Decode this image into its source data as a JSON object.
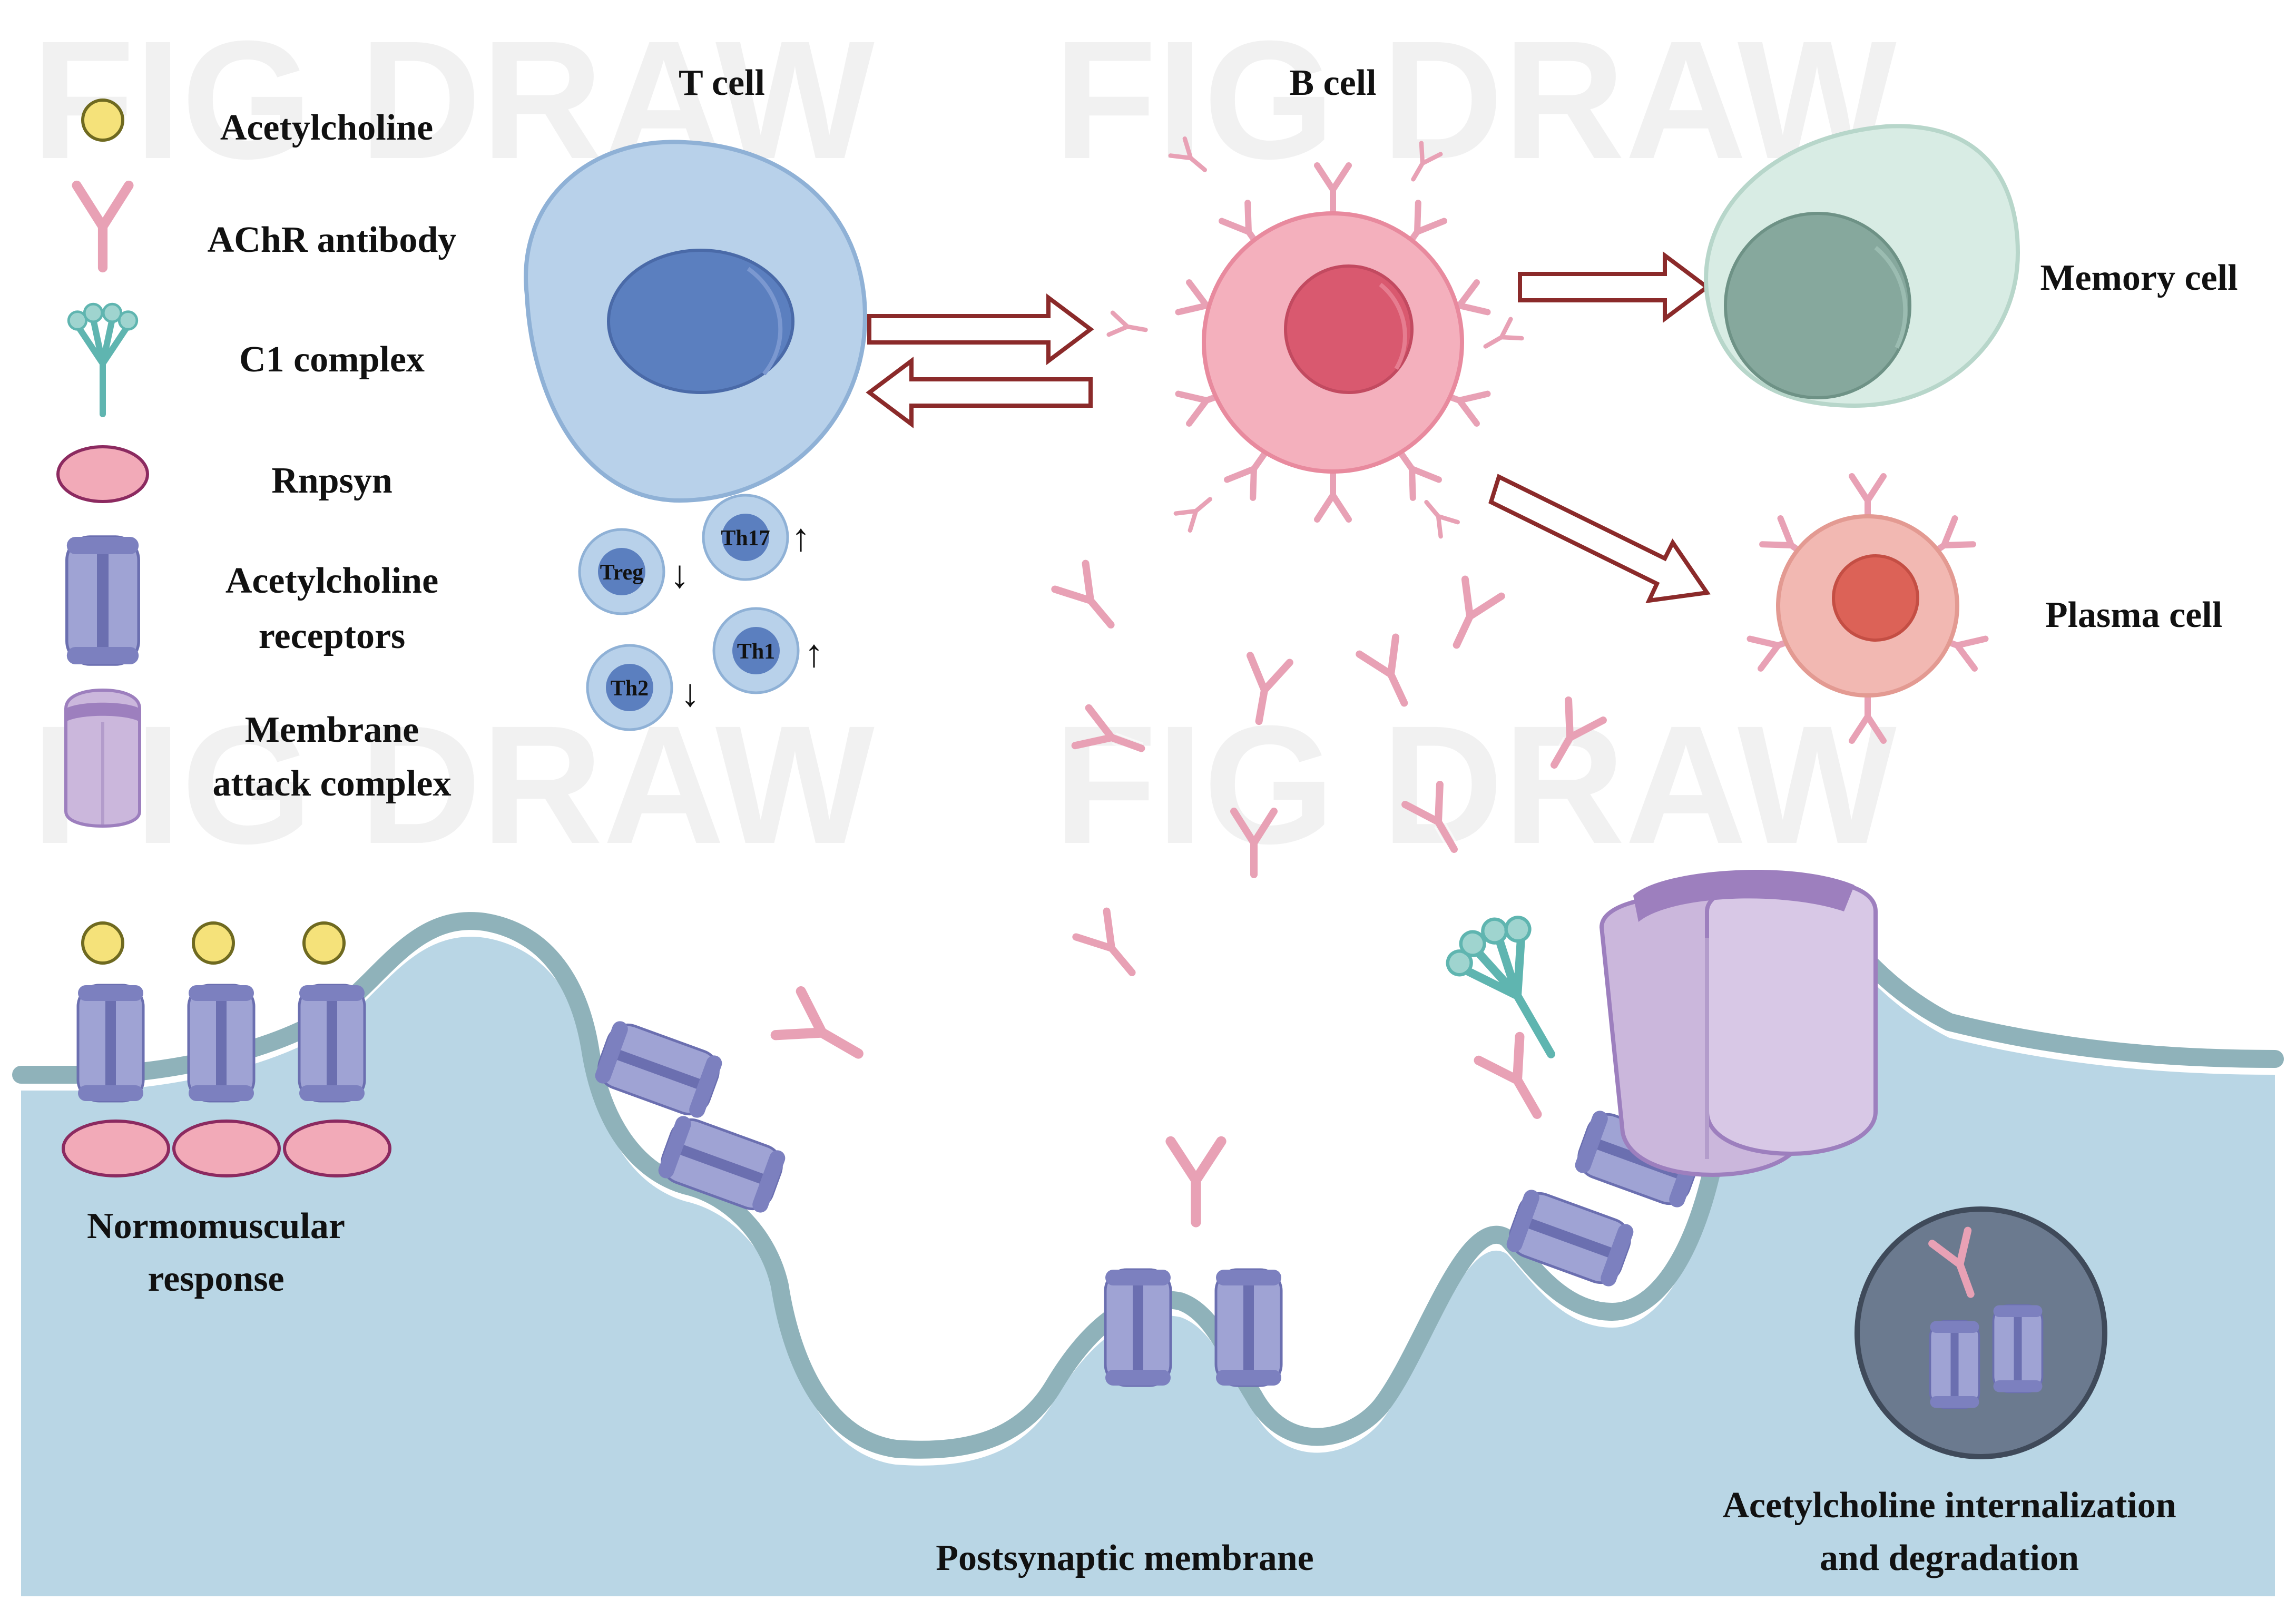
{
  "legend": {
    "items": [
      {
        "label": "Acetylcholine",
        "icon": "acetylcholine-icon"
      },
      {
        "label": "AChR antibody",
        "icon": "antibody-icon"
      },
      {
        "label": "C1 complex",
        "icon": "c1-complex-icon"
      },
      {
        "label": "Rnpsyn",
        "icon": "rnpsyn-icon"
      },
      {
        "label_lines": [
          "Acetylcholine",
          "receptors"
        ],
        "icon": "receptor-icon"
      },
      {
        "label_lines": [
          "Membrane",
          "attack complex"
        ],
        "icon": "membrane-attack-complex-icon"
      }
    ]
  },
  "cells": {
    "t_cell": "T cell",
    "b_cell": "B cell",
    "memory_cell": "Memory cell",
    "plasma_cell": "Plasma cell"
  },
  "t_subsets": [
    {
      "label": "Treg",
      "arrow": "↓"
    },
    {
      "label": "Th17",
      "arrow": "↑"
    },
    {
      "label": "Th2",
      "arrow": "↓"
    },
    {
      "label": "Th1",
      "arrow": "↑"
    }
  ],
  "labels": {
    "normal_lines": [
      "Normomuscular",
      "response"
    ],
    "postsynaptic": "Postsynaptic membrane",
    "internalization_lines": [
      "Acetylcholine internalization",
      "and degradation"
    ]
  },
  "watermark": "FIG DRAW",
  "colors": {
    "t_cell": "#b8d1ea",
    "t_nucleus": "#5b7fbf",
    "b_cell": "#f4b0bd",
    "b_nucleus": "#d9596f",
    "memory_cell": "#d8ece4",
    "memory_nucleus": "#86a89d",
    "plasma_cell": "#f2b8b2",
    "plasma_nucleus": "#dc6257",
    "antibody": "#e8a1b5",
    "receptor": "#9fa3d4",
    "receptor_dark": "#6b6fb0",
    "acetylcholine": "#f5e27a",
    "rnpsyn": "#f2aab8",
    "c1": "#5fb5b0",
    "mac": "#cbb7dc",
    "mac_dark": "#9d7fbe",
    "cytoplasm": "#b9d6e5",
    "membrane": "#8fb2ba",
    "arrow": "#8b2a2a"
  }
}
